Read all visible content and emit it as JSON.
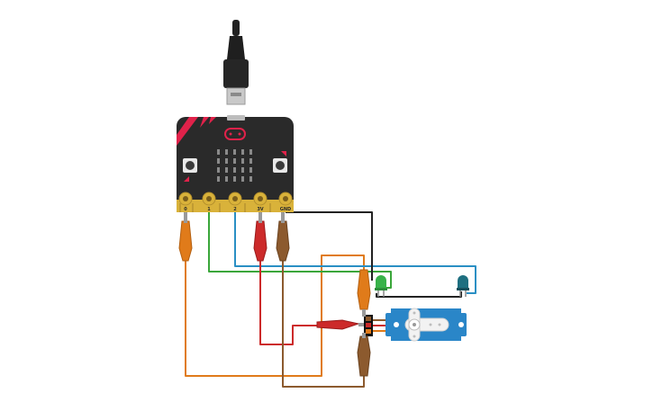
{
  "board": {
    "name": "micro:bit",
    "pin_labels": [
      "0",
      "1",
      "2",
      "3V",
      "GND"
    ]
  },
  "components": {
    "usb_cable": "usb-cable",
    "led_green": "led-green",
    "led_blue": "led-blue",
    "servo": "servo-motor"
  },
  "colors": {
    "board": "#2a2a2a",
    "accent": "#e0224a",
    "gold": "#d9b23a",
    "orange_wire": "#e07b1a",
    "red_wire": "#cc2a2a",
    "brown_wire": "#8c5a2e",
    "green_wire": "#3aa63a",
    "blue_wire": "#2a8fc4",
    "black_wire": "#222222",
    "servo_blue": "#2a86c8",
    "led_green": "#38b24a",
    "led_blue": "#1e6f80"
  }
}
